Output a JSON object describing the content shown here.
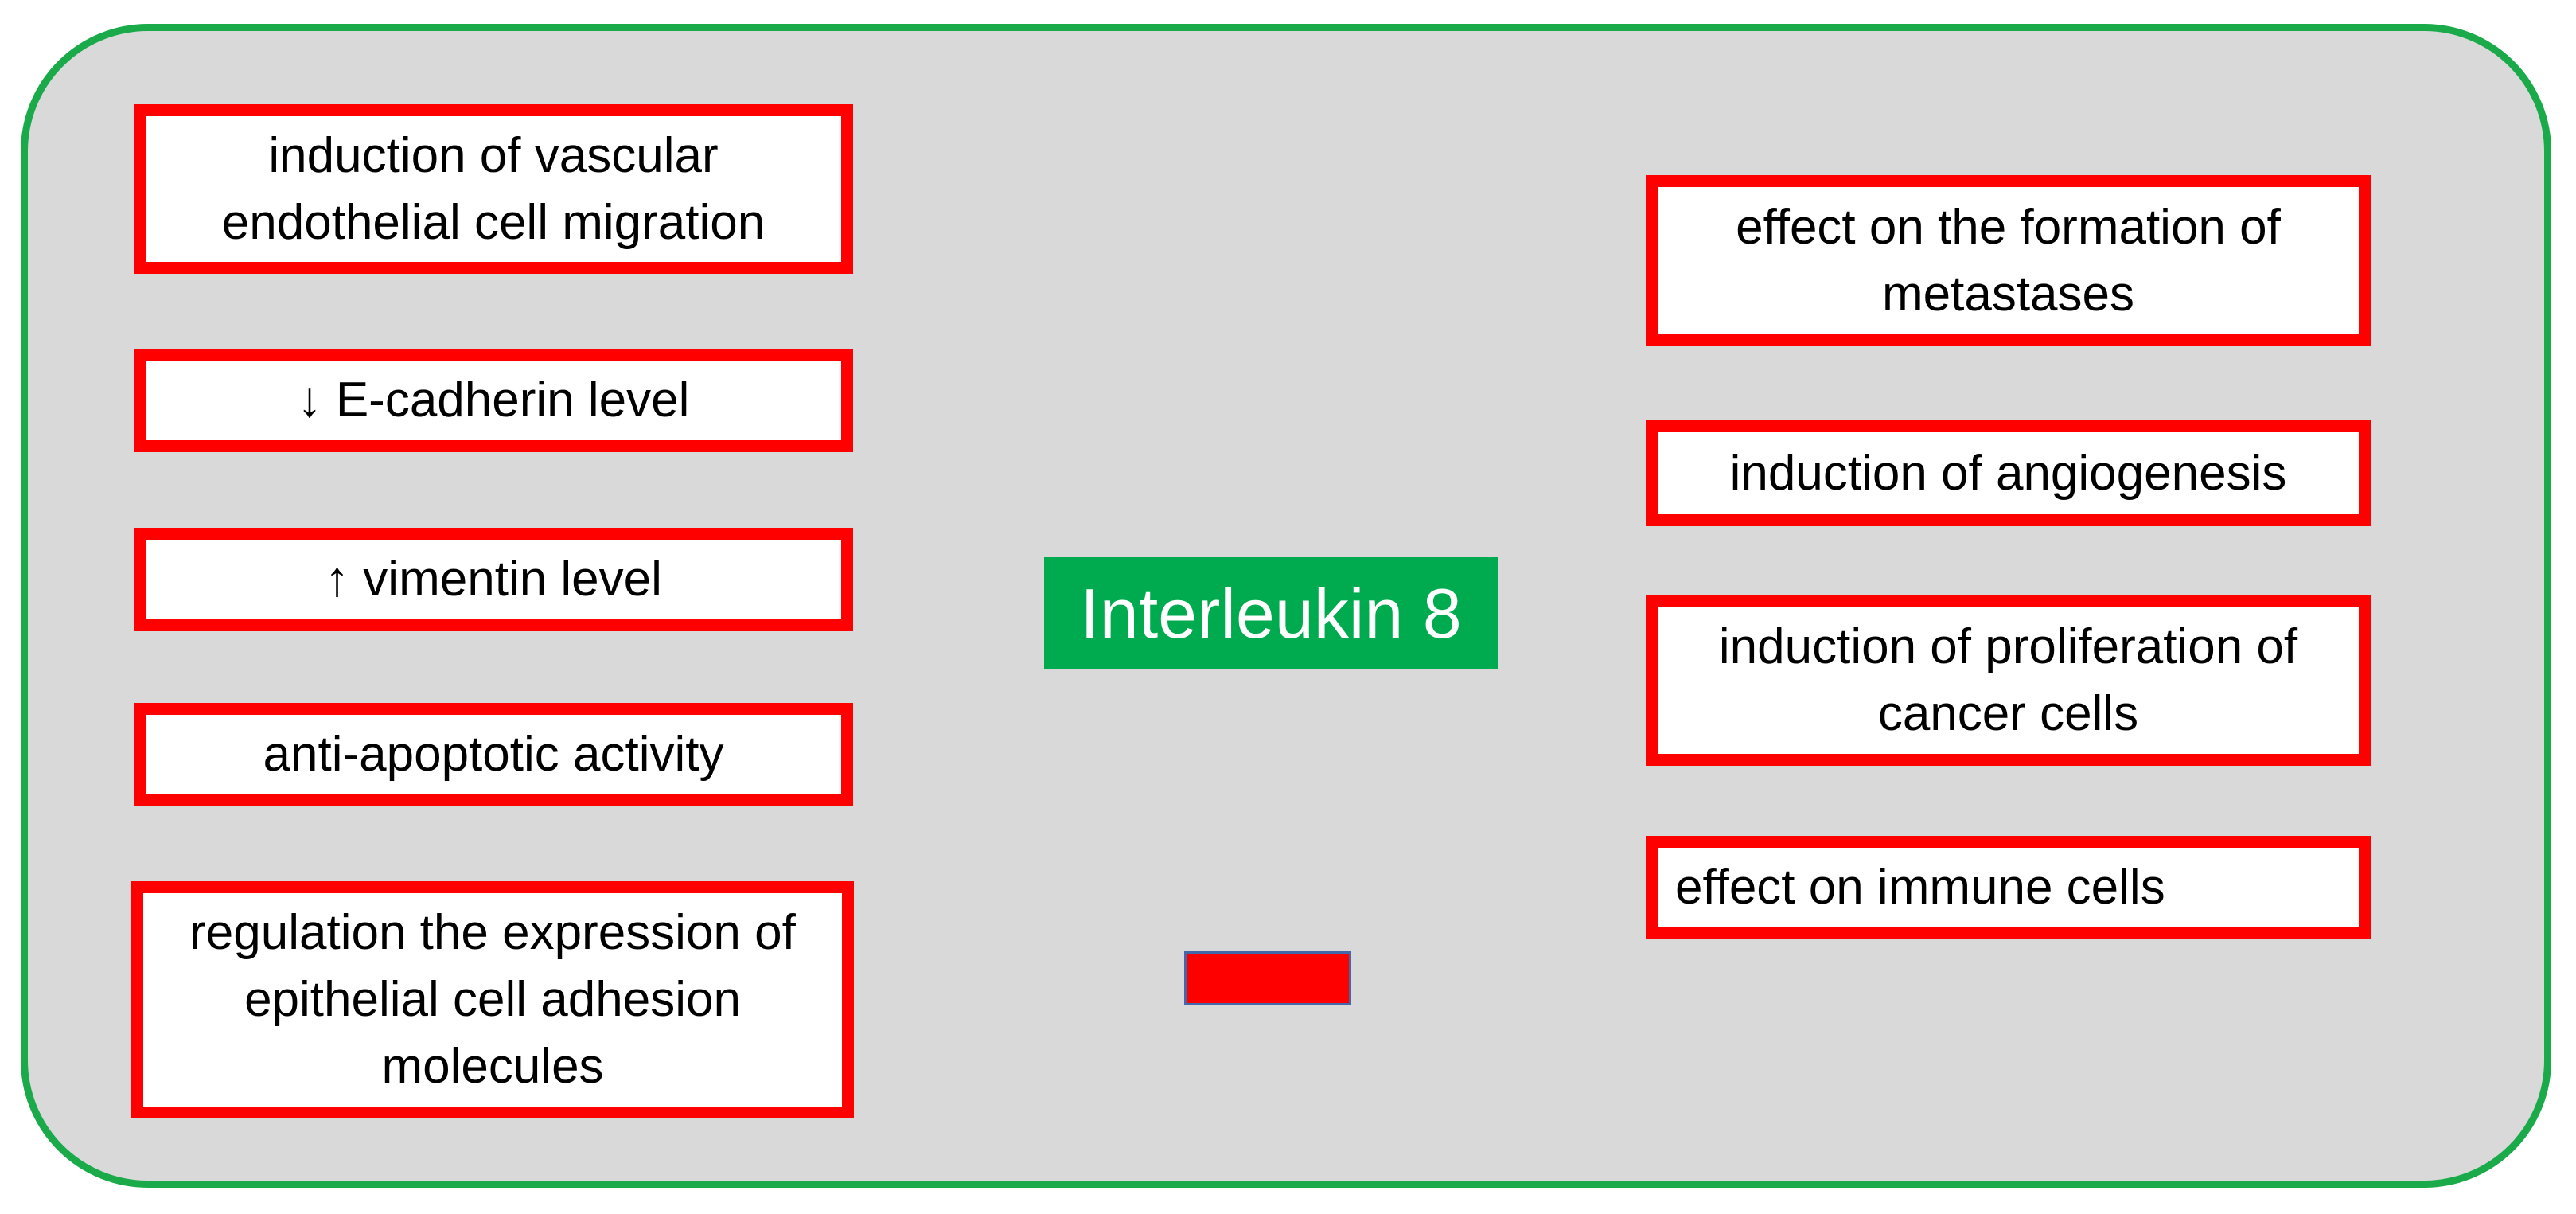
{
  "diagram": {
    "center_label": "Interleukin 8",
    "left_effects": [
      "induction of vascular endothelial cell migration",
      "↓ E-cadherin level",
      "↑ vimentin level",
      "anti-apoptotic activity",
      "regulation the expression of epithelial cell adhesion molecules"
    ],
    "right_effects": [
      "effect on the formation of metastases",
      "induction of angiogenesis",
      "induction of proliferation of cancer cells",
      "effect on immune cells"
    ]
  },
  "colors": {
    "panel_background": "#d9d9d9",
    "panel_border": "#1aaa4a",
    "box_border": "#ff0000",
    "center_fill": "#00aa4f",
    "center_text": "#ffffff"
  }
}
